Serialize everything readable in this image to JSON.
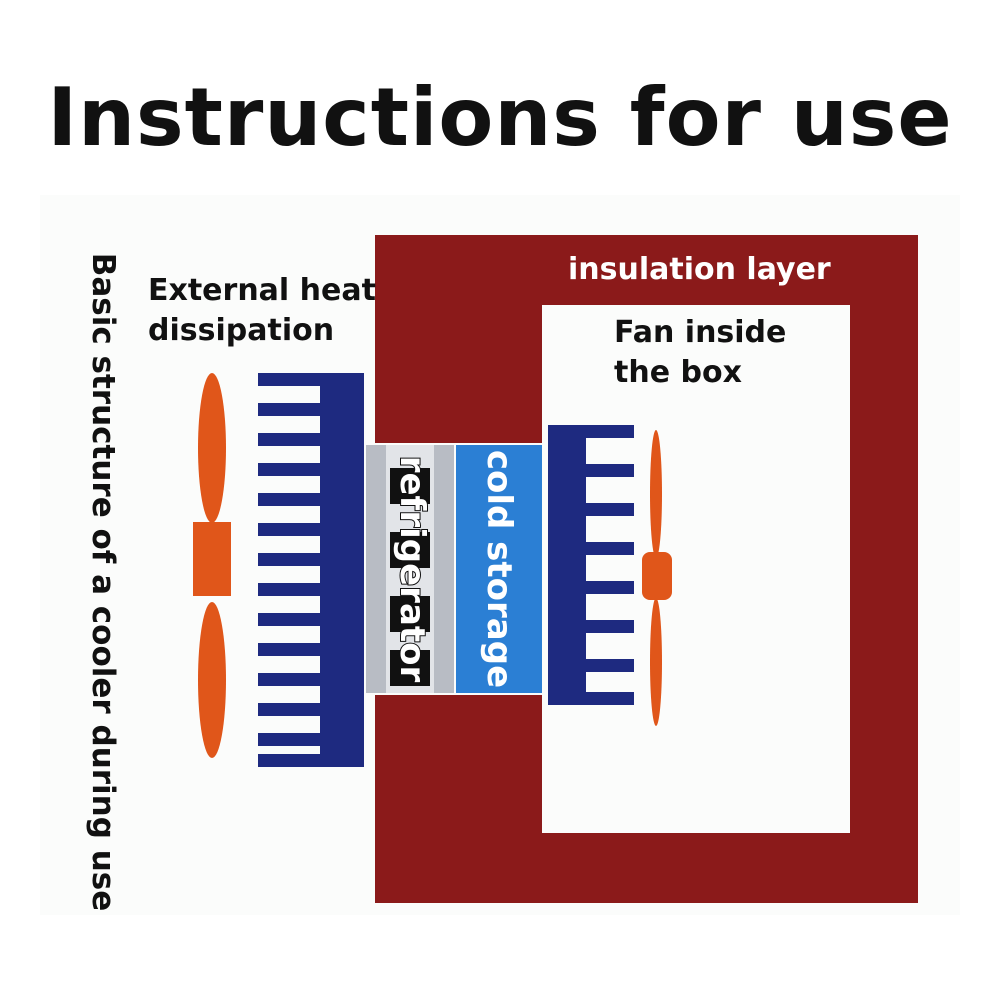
{
  "title": "Instructions for use",
  "side_caption": "Basic structure of a cooler during use",
  "labels": {
    "external_heat_line1": "External heat",
    "external_heat_line2": "dissipation",
    "insulation": "insulation layer",
    "fan_inside_line1": "Fan inside",
    "fan_inside_line2": "the box",
    "refrigerator": "refrigerator",
    "cold_storage": "cold storage"
  },
  "colors": {
    "insulation": "#8b1a1a",
    "heatsink": "#1e2a80",
    "fan": "#e0561a",
    "cold_storage": "#2b7fd4",
    "plate": "#b8bcc4",
    "chip": "#111111"
  }
}
